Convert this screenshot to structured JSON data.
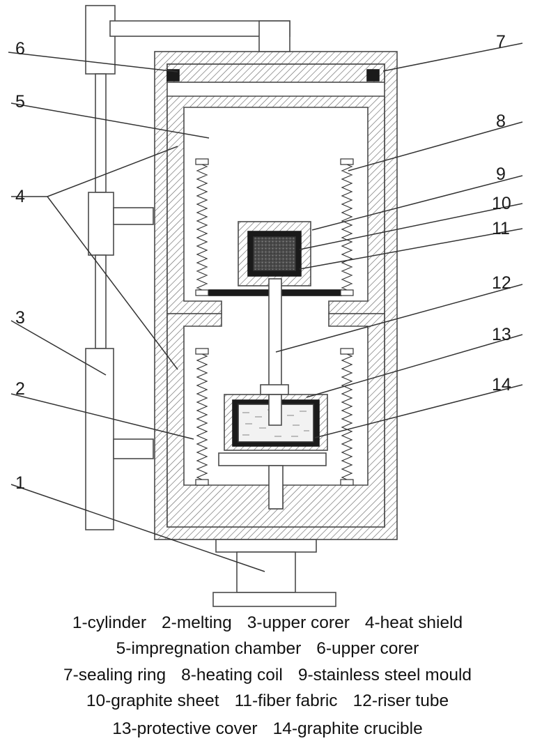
{
  "callouts": [
    {
      "n": "1"
    },
    {
      "n": "2"
    },
    {
      "n": "3"
    },
    {
      "n": "4"
    },
    {
      "n": "5"
    },
    {
      "n": "6"
    },
    {
      "n": "7"
    },
    {
      "n": "8"
    },
    {
      "n": "9"
    },
    {
      "n": "10"
    },
    {
      "n": "11"
    },
    {
      "n": "12"
    },
    {
      "n": "13"
    },
    {
      "n": "14"
    }
  ],
  "legend": {
    "line1": [
      "1-cylinder",
      "2-melting",
      "3-upper corer",
      "4-heat shield"
    ],
    "line2": [
      "5-impregnation chamber",
      "6-upper corer"
    ],
    "line3": [
      "7-sealing ring",
      "8-heating coil",
      "9-stainless steel mould"
    ],
    "line4": [
      "10-graphite sheet",
      "11-fiber fabric",
      "12-riser tube"
    ],
    "line5": [
      "13-protective cover",
      "14-graphite crucible"
    ]
  },
  "colors": {
    "stroke": "#4a4a4a",
    "hatch": "#6a6a6a",
    "fill_dark": "#1a1a1a",
    "sample": "#555555"
  }
}
